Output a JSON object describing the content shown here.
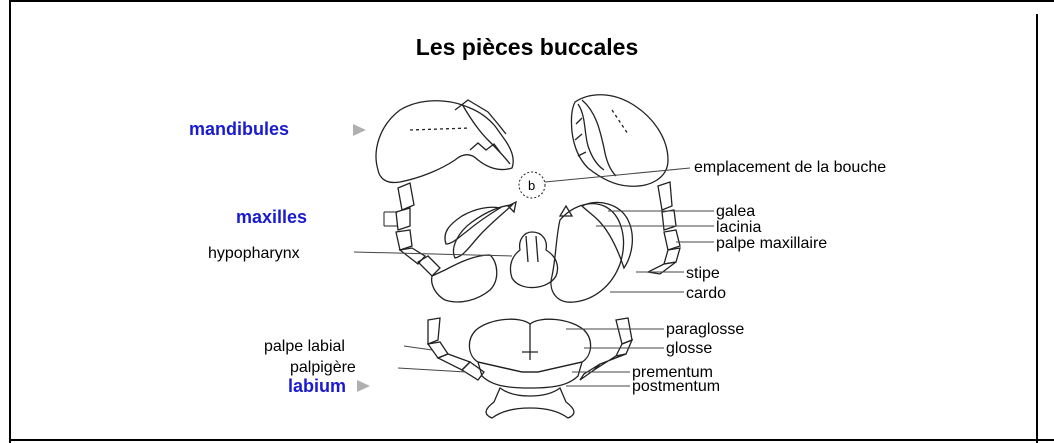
{
  "title": "Les pièces buccales",
  "colors": {
    "category": "#1a1ad0",
    "arrow": "#b0b0b0",
    "stroke": "#222222",
    "label": "#000000"
  },
  "categories": {
    "mandibules": "mandibules",
    "maxilles": "maxilles",
    "labium": "labium"
  },
  "bouche_marker": "b",
  "labels": {
    "emplacement": "emplacement de la bouche",
    "galea": "galea",
    "lacinia": "lacinia",
    "palpe_maxillaire": "palpe maxillaire",
    "hypopharynx": "hypopharynx",
    "stipe": "stipe",
    "cardo": "cardo",
    "paraglosse": "paraglosse",
    "glosse": "glosse",
    "palpe_labial": "palpe labial",
    "palpigere": "palpigère",
    "prementum": "prementum",
    "postmentum": "postmentum"
  }
}
